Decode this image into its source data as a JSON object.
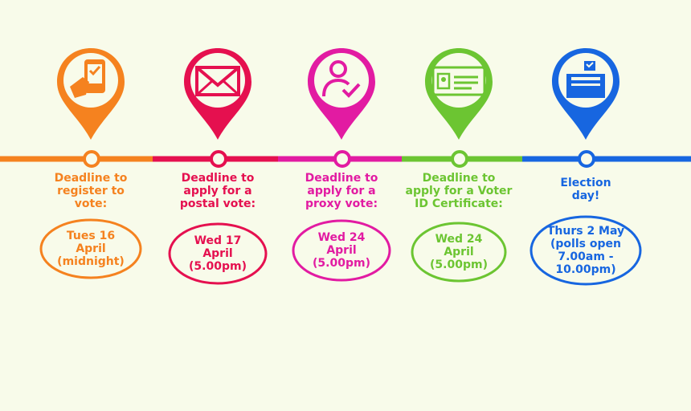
{
  "colors": {
    "orange": "#f5821f",
    "red": "#e5104f",
    "pink": "#e21ba2",
    "green": "#6cc532",
    "blue": "#1766e0",
    "background": "#f8fbea"
  },
  "steps": [
    {
      "icon": "phone-checklist-icon",
      "label": "Deadline to\nregister to\nvote:",
      "date": "Tues 16\nApril\n(midnight)"
    },
    {
      "icon": "envelope-icon",
      "label": "Deadline to\napply for a\npostal vote:",
      "date": "Wed 17\nApril\n(5.00pm)"
    },
    {
      "icon": "person-check-icon",
      "label": "Deadline to\napply for a\nproxy vote:",
      "date": "Wed 24\nApril\n(5.00pm)"
    },
    {
      "icon": "id-card-icon",
      "label": "Deadline to\napply for a Voter\nID Certificate:",
      "date": "Wed 24\nApril\n(5.00pm)"
    },
    {
      "icon": "ballot-box-icon",
      "label": "Election\nday!",
      "date": "Thurs 2 May\n(polls open\n7.00am -\n10.00pm)"
    }
  ]
}
